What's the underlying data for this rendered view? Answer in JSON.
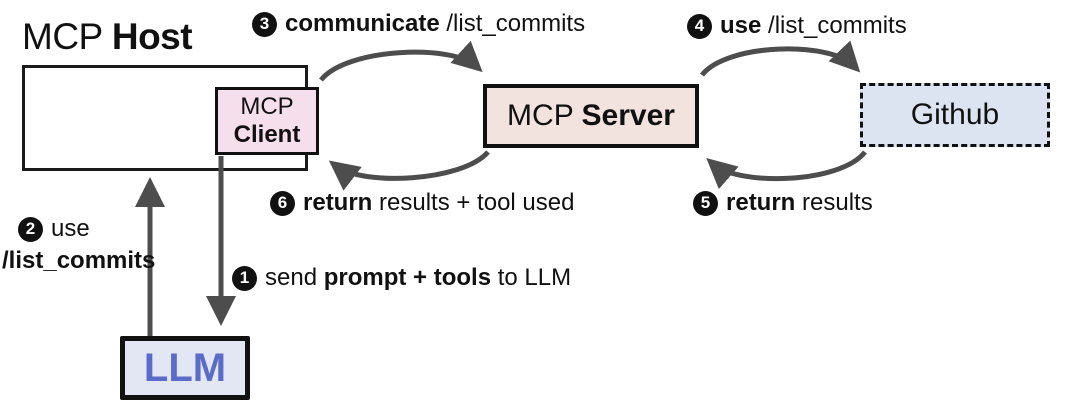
{
  "colors": {
    "border": "#1a1a1a",
    "arrow": "#4d4d4d",
    "host_fill": "#ffffff",
    "client_fill": "#f6dfec",
    "server_fill": "#f3e3de",
    "github_fill": "#dde4f1",
    "llm_fill": "#e3e6f3",
    "llm_text": "#5a6cc8"
  },
  "boxes": {
    "host": {
      "label_prefix": "MCP ",
      "label_bold": "Host"
    },
    "client": {
      "line1": "MCP",
      "line2_bold": "Client"
    },
    "server": {
      "label_prefix": "MCP ",
      "label_bold": "Server"
    },
    "github": {
      "label": "Github"
    },
    "llm": {
      "label": "LLM"
    }
  },
  "steps": {
    "step1": {
      "num": "1",
      "prefix": "send ",
      "bold": "prompt + tools",
      "suffix": " to LLM"
    },
    "step2": {
      "num": "2",
      "verb": "use",
      "path_bold": "/list_commits"
    },
    "step3": {
      "num": "3",
      "verb_bold": "communicate ",
      "rest": "/list_commits"
    },
    "step4": {
      "num": "4",
      "verb_bold": "use ",
      "rest": "/list_commits"
    },
    "step5": {
      "num": "5",
      "verb_bold": "return ",
      "rest": "results"
    },
    "step6": {
      "num": "6",
      "verb_bold": "return ",
      "rest": "results + tool used"
    }
  }
}
